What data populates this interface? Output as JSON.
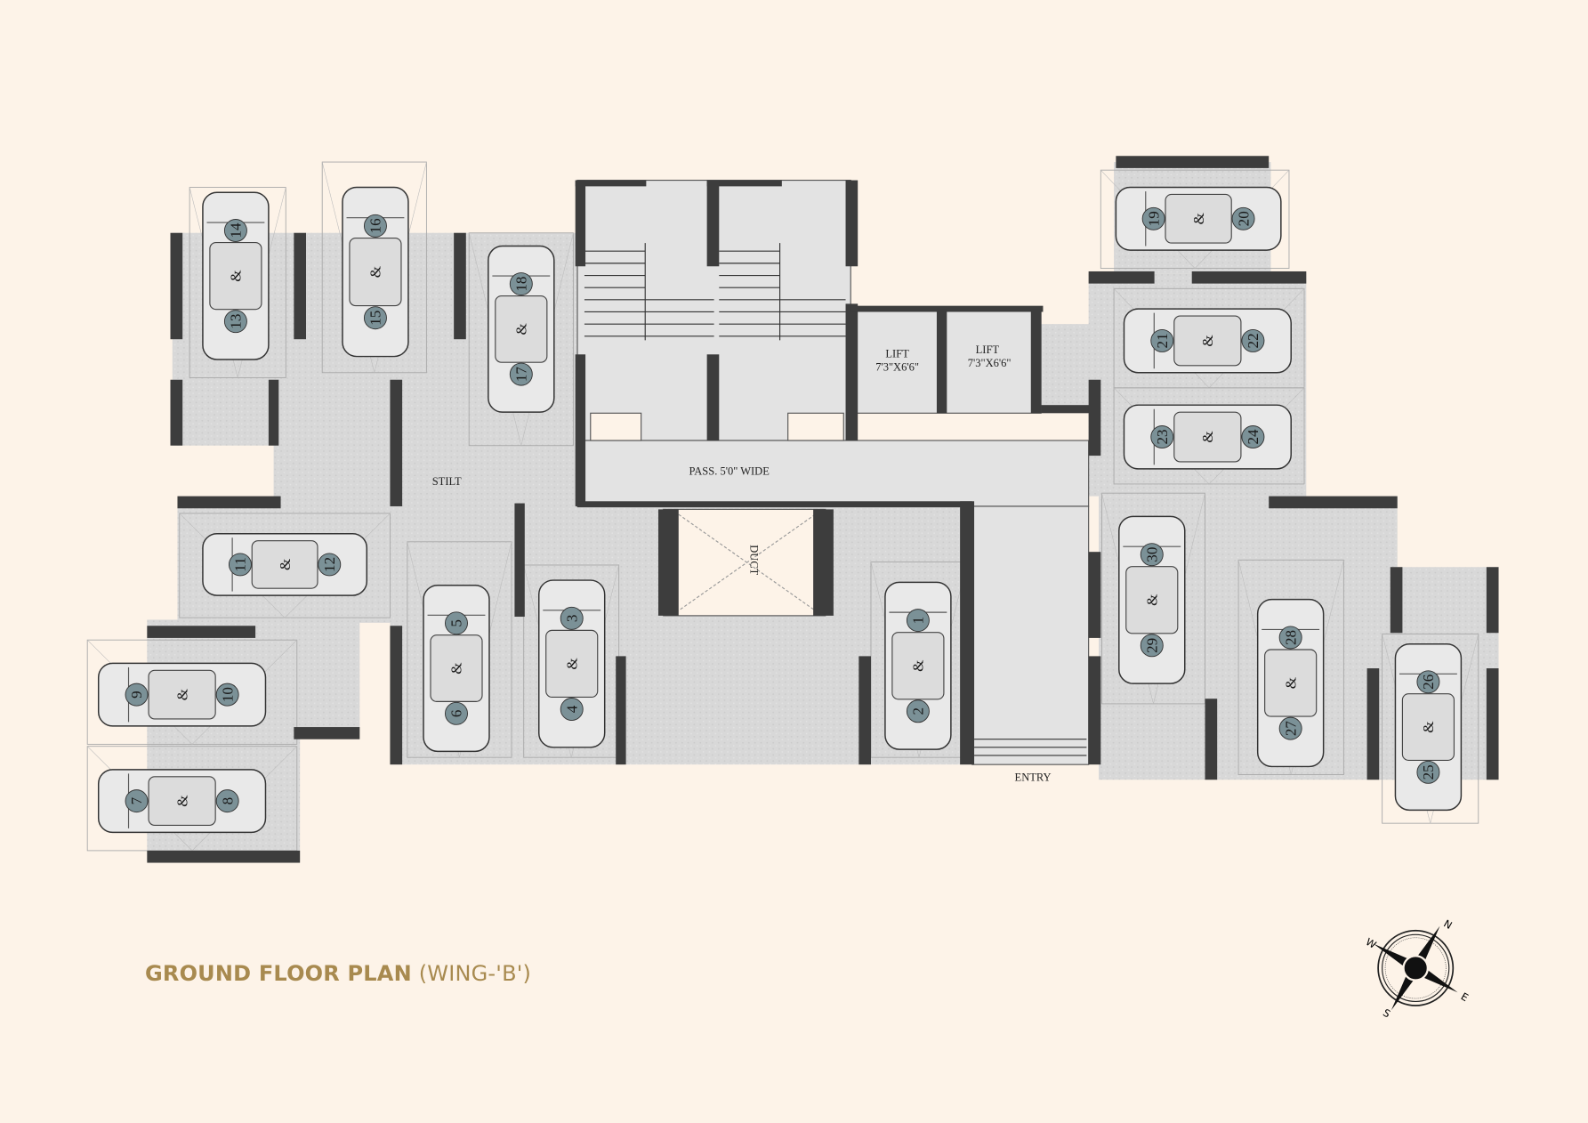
{
  "title": {
    "main": "GROUND FLOOR PLAN",
    "suffix": "(WING-'B')"
  },
  "labels": {
    "stilt": "STILT",
    "passage": "PASS. 5'0\" WIDE",
    "lift1_name": "LIFT",
    "lift1_size": "7'3\"X6'6\"",
    "lift2_name": "LIFT",
    "lift2_size": "7'3\"X6'6\"",
    "duct": "DUCT",
    "entry": "ENTRY"
  },
  "compass": {
    "n": "N",
    "e": "E",
    "s": "S",
    "w": "W"
  },
  "parking_slots": [
    {
      "a": "13",
      "b": "14",
      "join": "&"
    },
    {
      "a": "15",
      "b": "16",
      "join": "&"
    },
    {
      "a": "17",
      "b": "18",
      "join": "&"
    },
    {
      "a": "11",
      "b": "12",
      "join": "&"
    },
    {
      "a": "9",
      "b": "10",
      "join": "&"
    },
    {
      "a": "7",
      "b": "8",
      "join": "&"
    },
    {
      "a": "6",
      "b": "5",
      "join": "&"
    },
    {
      "a": "4",
      "b": "3",
      "join": "&"
    },
    {
      "a": "2",
      "b": "1",
      "join": "&"
    },
    {
      "a": "19",
      "b": "20",
      "join": "&"
    },
    {
      "a": "21",
      "b": "22",
      "join": "&"
    },
    {
      "a": "23",
      "b": "24",
      "join": "&"
    },
    {
      "a": "29",
      "b": "30",
      "join": "&"
    },
    {
      "a": "27",
      "b": "28",
      "join": "&"
    },
    {
      "a": "25",
      "b": "26",
      "join": "&"
    }
  ],
  "colors": {
    "background": "#fdf3e8",
    "floor": "#d9d9d9",
    "core": "#e3e3e3",
    "wall": "#3d3d3d",
    "badge": "#7b9197",
    "title": "#a88a4f"
  }
}
